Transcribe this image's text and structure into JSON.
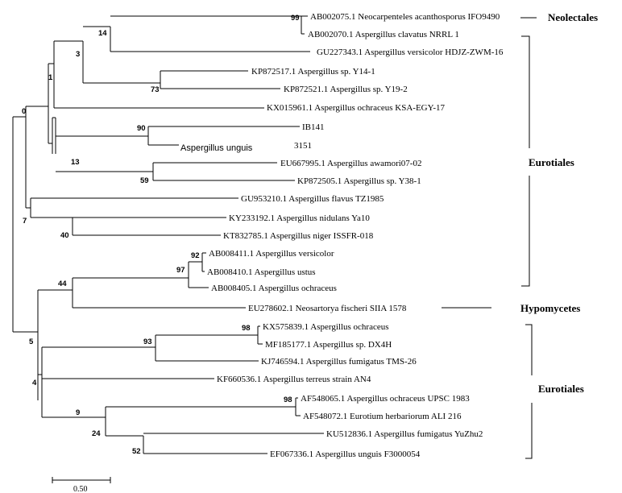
{
  "taxa": [
    "AB002075.1 Neocarpenteles acanthosporus IFO9490",
    "AB002070.1 Aspergillus clavatus NRRL 1",
    "GU227343.1 Aspergillus versicolor HDJZ-ZWM-16",
    "KP872517.1 Aspergillus sp. Y14-1",
    "KP872521.1 Aspergillus sp. Y19-2",
    "KX015961.1 Aspergillus ochraceus KSA-EGY-17",
    "IB141",
    "3151",
    "EU667995.1 Aspergillus awamori07-02",
    "KP872505.1 Aspergillus sp. Y38-1",
    "GU953210.1 Aspergillus flavus TZ1985",
    "KY233192.1 Aspergillus nidulans Ya10",
    "KT832785.1 Aspergillus niger ISSFR-018",
    "AB008411.1 Aspergillus versicolor",
    "AB008410.1 Aspergillus ustus",
    "AB008405.1 Aspergillus ochraceus",
    "EU278602.1 Neosartorya fischeri SIIA 1578",
    "KX575839.1 Aspergillus ochraceus",
    "MF185177.1 Aspergillus sp. DX4H",
    "KJ746594.1 Aspergillus fumigatus TMS-26",
    "KF660536.1 Aspergillus terreus strain AN4",
    "AF548065.1 Aspergillus ochraceus UPSC 1983",
    "AF548072.1 Eurotium herbariorum ALI 216",
    "KU512836.1 Aspergillus fumigatus YuZhu2",
    "EF067336.1 Aspergillus unguis F3000054"
  ],
  "bootstrap": [
    "99",
    "14",
    "3",
    "73",
    "1",
    "0",
    "90",
    "13",
    "59",
    "7",
    "40",
    "92",
    "97",
    "44",
    "5",
    "98",
    "93",
    "4",
    "98",
    "9",
    "24",
    "52"
  ],
  "groups": [
    "Neolectales",
    "Eurotiales",
    "Hypomycetes",
    "Eurotiales"
  ],
  "overlay_label": "Aspergillus unguis",
  "scale_bar": {
    "label": "0.50",
    "value": 0.5
  }
}
